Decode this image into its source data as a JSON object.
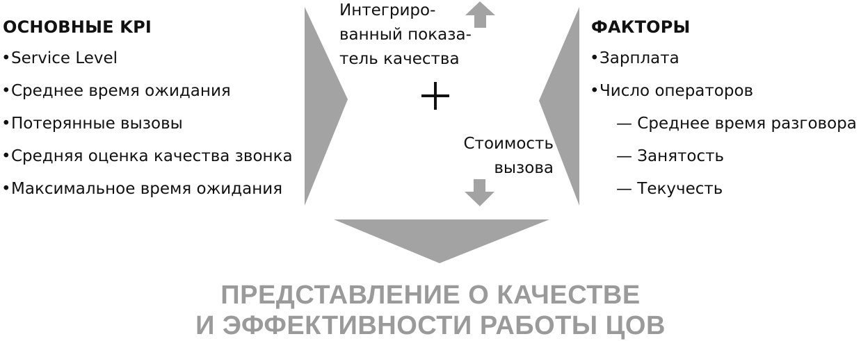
{
  "left": {
    "heading": "ОСНОВНЫЕ KPI",
    "items": [
      "Service Level",
      "Среднее время ожидания",
      "Потерянные вызовы",
      "Средняя оценка качества звонка",
      "Максимальное время ожидания"
    ]
  },
  "center": {
    "top_line1": "Интегриро-",
    "top_line2": "ванный показа-",
    "top_line3": "тель качества",
    "plus": "+",
    "bottom_line1": "Стоимость",
    "bottom_line2": "вызова"
  },
  "right": {
    "heading": "ФАКТОРЫ",
    "items": [
      "Зарплата",
      "Число операторов"
    ],
    "subitems": [
      "— Среднее время разговора",
      "— Занятость",
      "— Текучесть"
    ]
  },
  "bottom": {
    "line1": "ПРЕДСТАВЛЕНИЕ О КАЧЕСТВЕ",
    "line2": "И ЭФФЕКТИВНОСТИ РАБОТЫ ЦОВ"
  },
  "colors": {
    "shape_gray": "#a3a3a3",
    "title_gray": "#9a9a9a",
    "text": "#111111"
  }
}
